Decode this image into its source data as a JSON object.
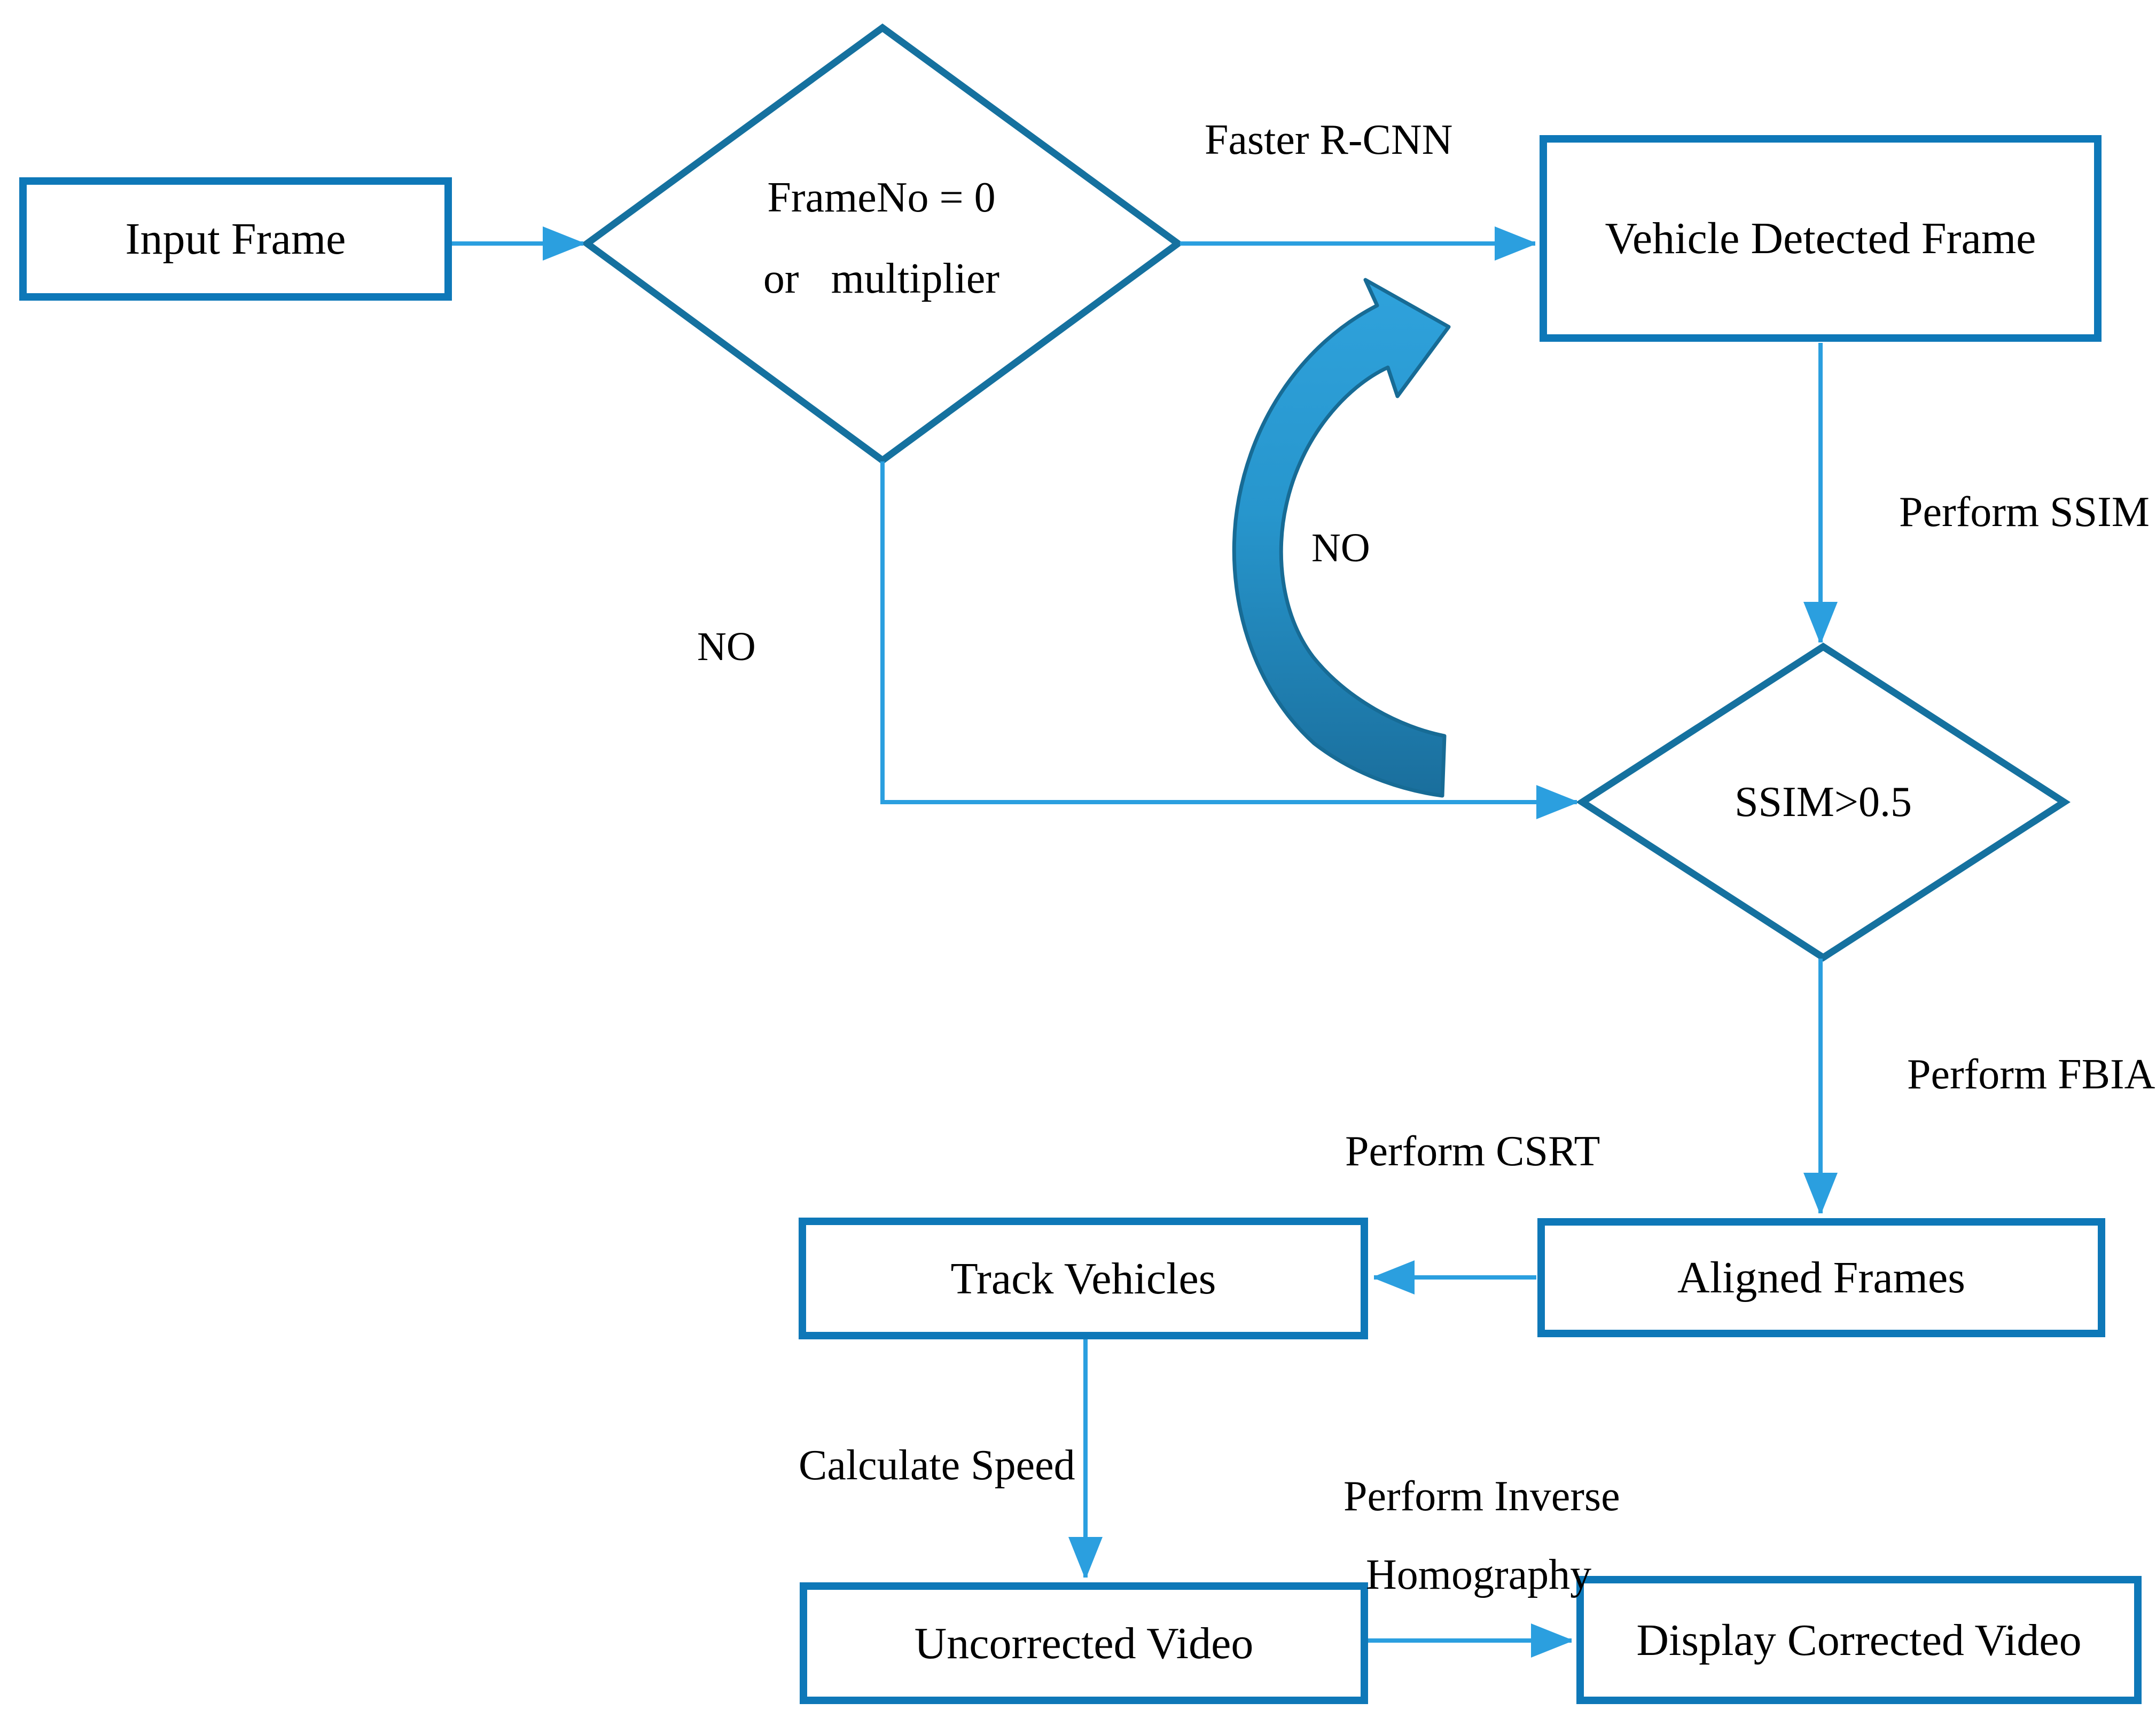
{
  "flowchart": {
    "title": "Vehicle detection and speed estimation flowchart",
    "nodes": {
      "input_frame": {
        "label": "Input Frame"
      },
      "frame_check": {
        "line1": "FrameNo = 0",
        "line2": "or   multiplier"
      },
      "vehicle_detected": {
        "label": "Vehicle Detected Frame"
      },
      "ssim_check": {
        "label": "SSIM>0.5"
      },
      "aligned_frames": {
        "label": "Aligned Frames"
      },
      "track_vehicles": {
        "label": "Track Vehicles"
      },
      "uncorrected_video": {
        "label": "Uncorrected Video"
      },
      "display_corrected": {
        "label": "Display Corrected Video"
      }
    },
    "edge_labels": {
      "faster_rcnn": "Faster R-CNN",
      "perform_ssim": "Perform SSIM",
      "no_loop": "NO",
      "no_left": "NO",
      "perform_fbia": "Perform FBIA",
      "perform_csrt": "Perform CSRT",
      "calculate_speed": "Calculate Speed",
      "perform_inverse_line1": "Perform Inverse",
      "perform_inverse_line2": "Homography"
    },
    "colors": {
      "background": "#ffffff",
      "box_border": "#0e78b8",
      "diamond_border": "#15719f",
      "arrow": "#2b9fdf",
      "swoosh_light": "#2fa2dc",
      "swoosh_dark": "#1a6e9c",
      "swoosh_outline": "#176b95",
      "text": "#000000"
    }
  }
}
